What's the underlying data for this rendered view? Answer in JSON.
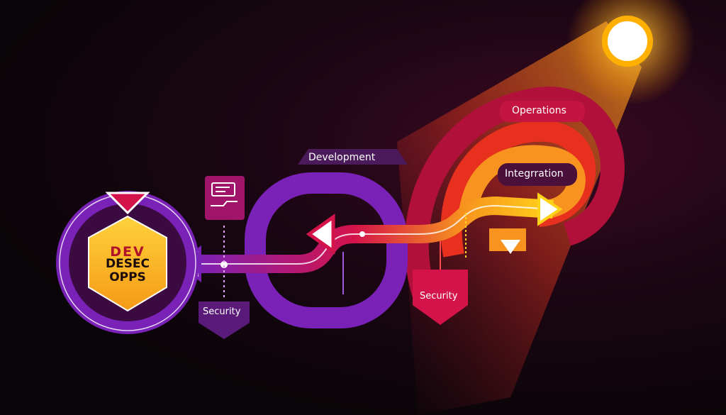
{
  "hub": {
    "line1": "DEV",
    "line2": "DESEC",
    "line3": "OPPS"
  },
  "labels": {
    "development": "Development",
    "operations": "Operations",
    "integration": "Integrration",
    "security_left": "Security",
    "security_right": "Security"
  },
  "icons": [
    "document-icon",
    "arrow-down-icon",
    "arrow-left-icon",
    "arrow-right-icon",
    "sun-icon"
  ],
  "colors": {
    "purple": "#7a22b8",
    "magenta": "#d4134a",
    "orange": "#f7931e",
    "yellow": "#ffd21a",
    "background": "#0a0508"
  }
}
